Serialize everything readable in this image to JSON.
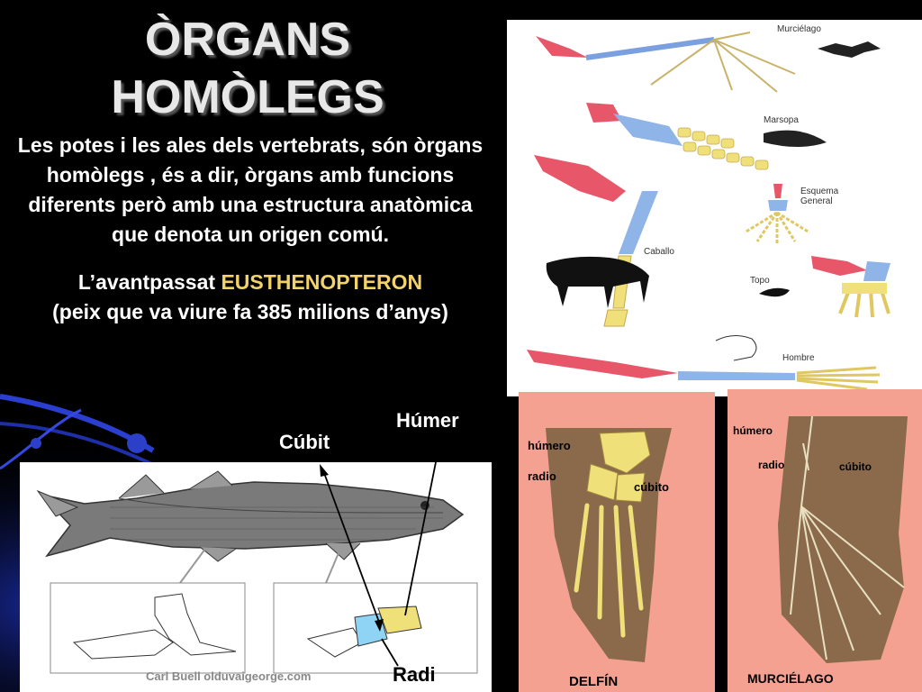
{
  "title_line1": "ÒRGANS",
  "title_line2": "HOMÒLEGS",
  "paragraph1": "Les potes i les ales dels vertebrats, són òrgans homòlegs , és a dir, òrgans amb funcions diferents però amb una estructura anatòmica que denota un origen comú.",
  "paragraph2_prefix": "L’avantpassat ",
  "paragraph2_highlight": "EUSTHENOPTERON",
  "paragraph2_suffix": "(peix que va viure fa 385 milions d’anys)",
  "labels": {
    "humer": "Húmer",
    "cubit": "Cúbit",
    "radi": "Radi"
  },
  "fish_panel": {
    "credit": "Carl Buell  olduvaigeorge.com"
  },
  "comparison_panel": {
    "murcielago": "Murciélago",
    "marsopa": "Marsopa",
    "esquema": "Esquema",
    "general": "General",
    "caballo": "Caballo",
    "topo": "Topo",
    "hombre": "Hombre"
  },
  "dolphin_panel": {
    "humero": "húmero",
    "radio": "radio",
    "cubito": "cúbito",
    "caption": "DELFÍN"
  },
  "bat_panel": {
    "humero": "húmero",
    "radio": "radio",
    "cubito": "cúbito",
    "caption": "MURCIÉLAGO"
  },
  "colors": {
    "humerus": "#e8566a",
    "radius": "#8fb4e8",
    "hand": "#f0e07a",
    "salmon": "#f4a192",
    "brown": "#8a6a4a",
    "background": "#000000",
    "highlight": "#f2d36b"
  }
}
